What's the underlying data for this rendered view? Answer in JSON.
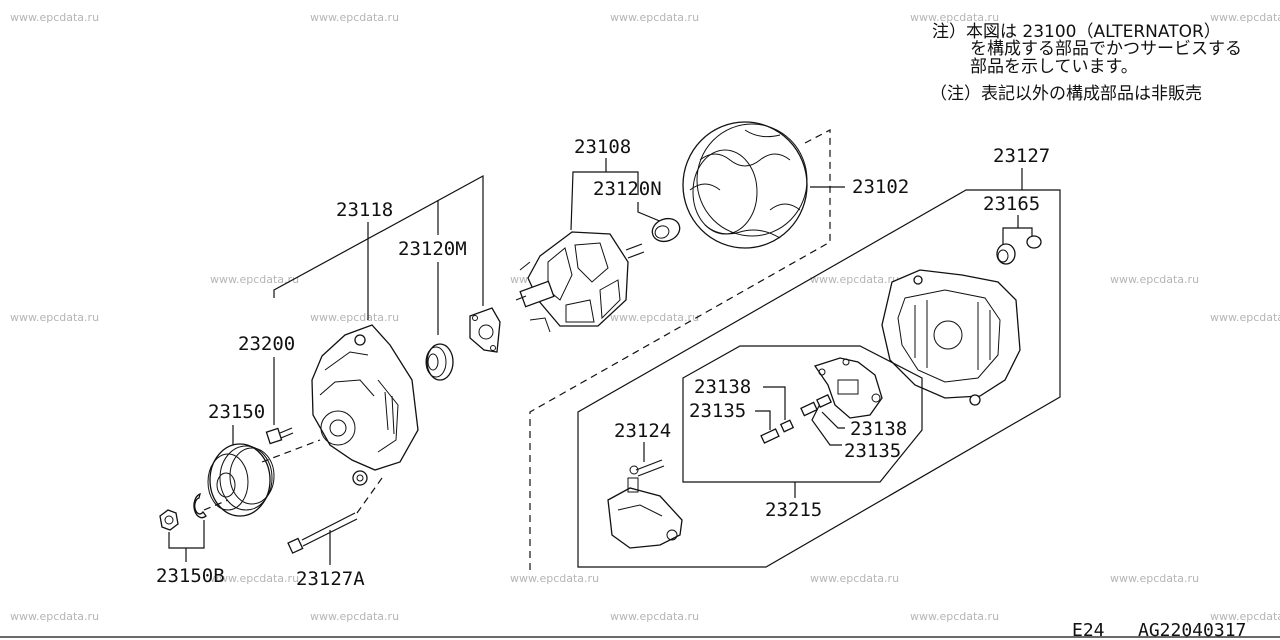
{
  "watermark": "www.epcdata.ru",
  "notes": {
    "line1": "注）本図は 23100（ALTERNATOR）",
    "line2": "を構成する部品でかつサービスする",
    "line3": "部品を示しています。",
    "line4": "（注）表記以外の構成部品は非販売"
  },
  "labels": {
    "p23108": "23108",
    "p23120N": "23120N",
    "p23102": "23102",
    "p23127": "23127",
    "p23165": "23165",
    "p23118": "23118",
    "p23120M": "23120M",
    "p23200": "23200",
    "p23150": "23150",
    "p23150B": "23150B",
    "p23127A": "23127A",
    "p23124": "23124",
    "p23138a": "23138",
    "p23135a": "23135",
    "p23138b": "23138",
    "p23135b": "23135",
    "p23215": "23215"
  },
  "footer": {
    "section": "E24",
    "code": "AG22040317"
  }
}
